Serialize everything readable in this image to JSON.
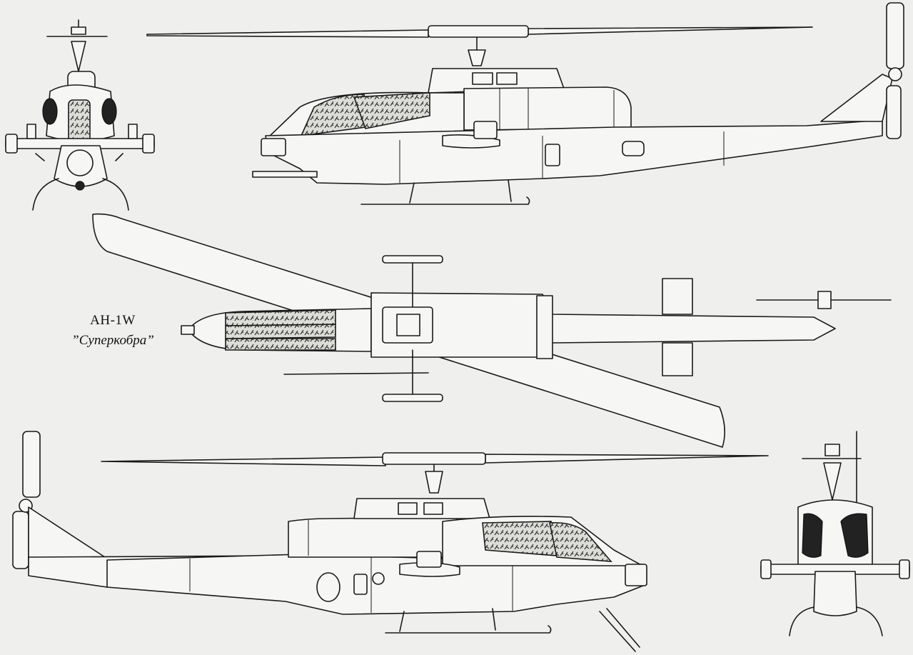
{
  "caption": {
    "model": "AH-1W",
    "name": "”Суперкобра”"
  },
  "colors": {
    "paper": "#efefed",
    "ink": "#1a1a1a"
  },
  "views": [
    "front-view",
    "left-side-view",
    "top-view",
    "right-side-view",
    "rear-view"
  ]
}
